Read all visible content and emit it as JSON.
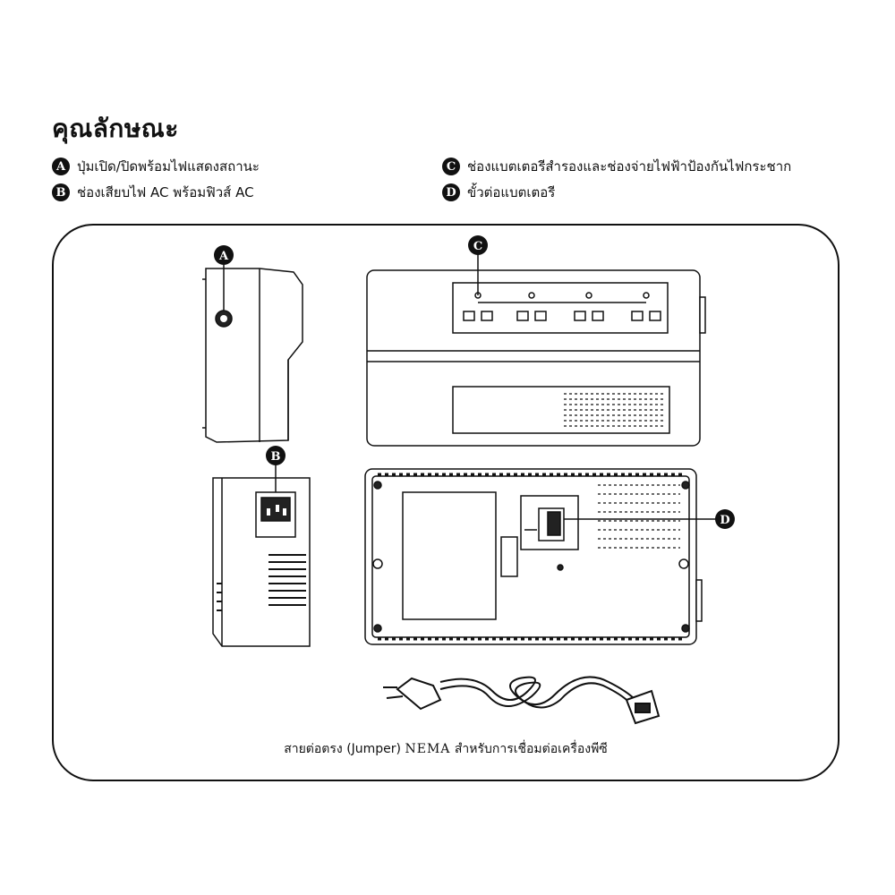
{
  "page": {
    "title": "คุณลักษณะ"
  },
  "legend": [
    {
      "letter": "A",
      "text": "ปุ่มเปิด/ปิดพร้อมไฟแสดงสถานะ"
    },
    {
      "letter": "B",
      "text": "ช่องเสียบไฟ AC พร้อมฟิวส์ AC"
    },
    {
      "letter": "C",
      "text": "ช่องแบตเตอรีสำรองและช่องจ่ายไฟฟ้าป้องกันไฟกระชาก"
    },
    {
      "letter": "D",
      "text": "ขั้วต่อแบตเตอรี"
    }
  ],
  "figure": {
    "markers": {
      "a": "A",
      "b": "B",
      "c": "C",
      "d": "D"
    },
    "caption_pre": "สายต่อตรง (Jumper) ",
    "caption_nema": "NEMA",
    "caption_post": " สำหรับการเชื่อมต่อเครื่องพีซี"
  }
}
